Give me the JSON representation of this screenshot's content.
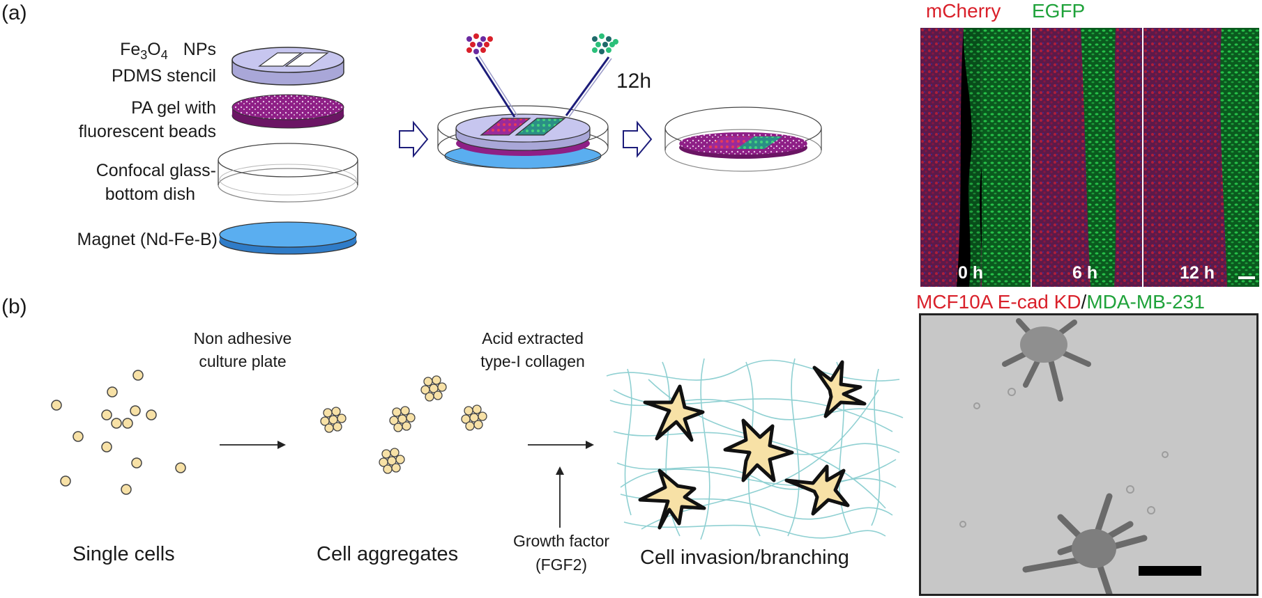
{
  "panel_a": {
    "label": "(a)",
    "layers": {
      "np_line1": "Fe",
      "np_sub": "3",
      "np_mid": "O",
      "np_sub2": "4",
      "np_tail": "NPs",
      "stencil": "PDMS stencil",
      "gel_line1": "PA gel with",
      "gel_line2": "fluorescent beads",
      "dish_line1": "Confocal glass-",
      "dish_line2": "bottom dish",
      "magnet": "Magnet (Nd-Fe-B)"
    },
    "time_label": "12h",
    "fluorescence": {
      "channel_red": "mCherry",
      "channel_green": "EGFP",
      "timepoints": [
        "0 h",
        "6 h",
        "12 h"
      ],
      "caption_red": "MCF10A E-cad KD",
      "caption_sep": "/",
      "caption_green": "MDA-MB-231"
    }
  },
  "panel_b": {
    "label": "(b)",
    "step1": "Single cells",
    "arrow1_line1": "Non adhesive",
    "arrow1_line2": "culture plate",
    "step2": "Cell aggregates",
    "arrow2_line1": "Acid extracted",
    "arrow2_line2": "type-I collagen",
    "growth_line1": "Growth factor",
    "growth_line2": "(FGF2)",
    "step3": "Cell invasion/branching"
  },
  "colors": {
    "stencil_fill": "#c7c6ef",
    "gel_fill": "#8e1f86",
    "magnet_fill": "#5aaef0",
    "cell_fill": "#f7e1a6",
    "collagen": "#8fd0d2",
    "mcherry": "#d9202a",
    "egfp": "#1fa23a"
  }
}
